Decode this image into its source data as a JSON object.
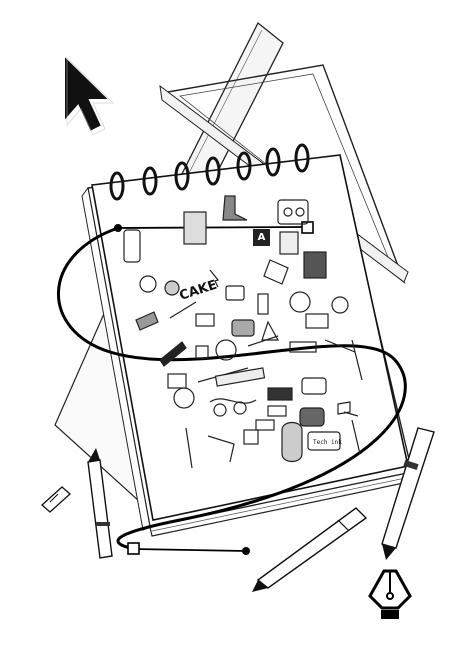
{
  "scene": {
    "tool_badge": "A",
    "doodle_words": {
      "cake": "CAKE",
      "small_note": "Tech ink"
    },
    "icons": [
      "cursor-arrow-icon",
      "pen-tool-icon",
      "ruler-triangle-icon",
      "ruler-straight-icon"
    ]
  }
}
